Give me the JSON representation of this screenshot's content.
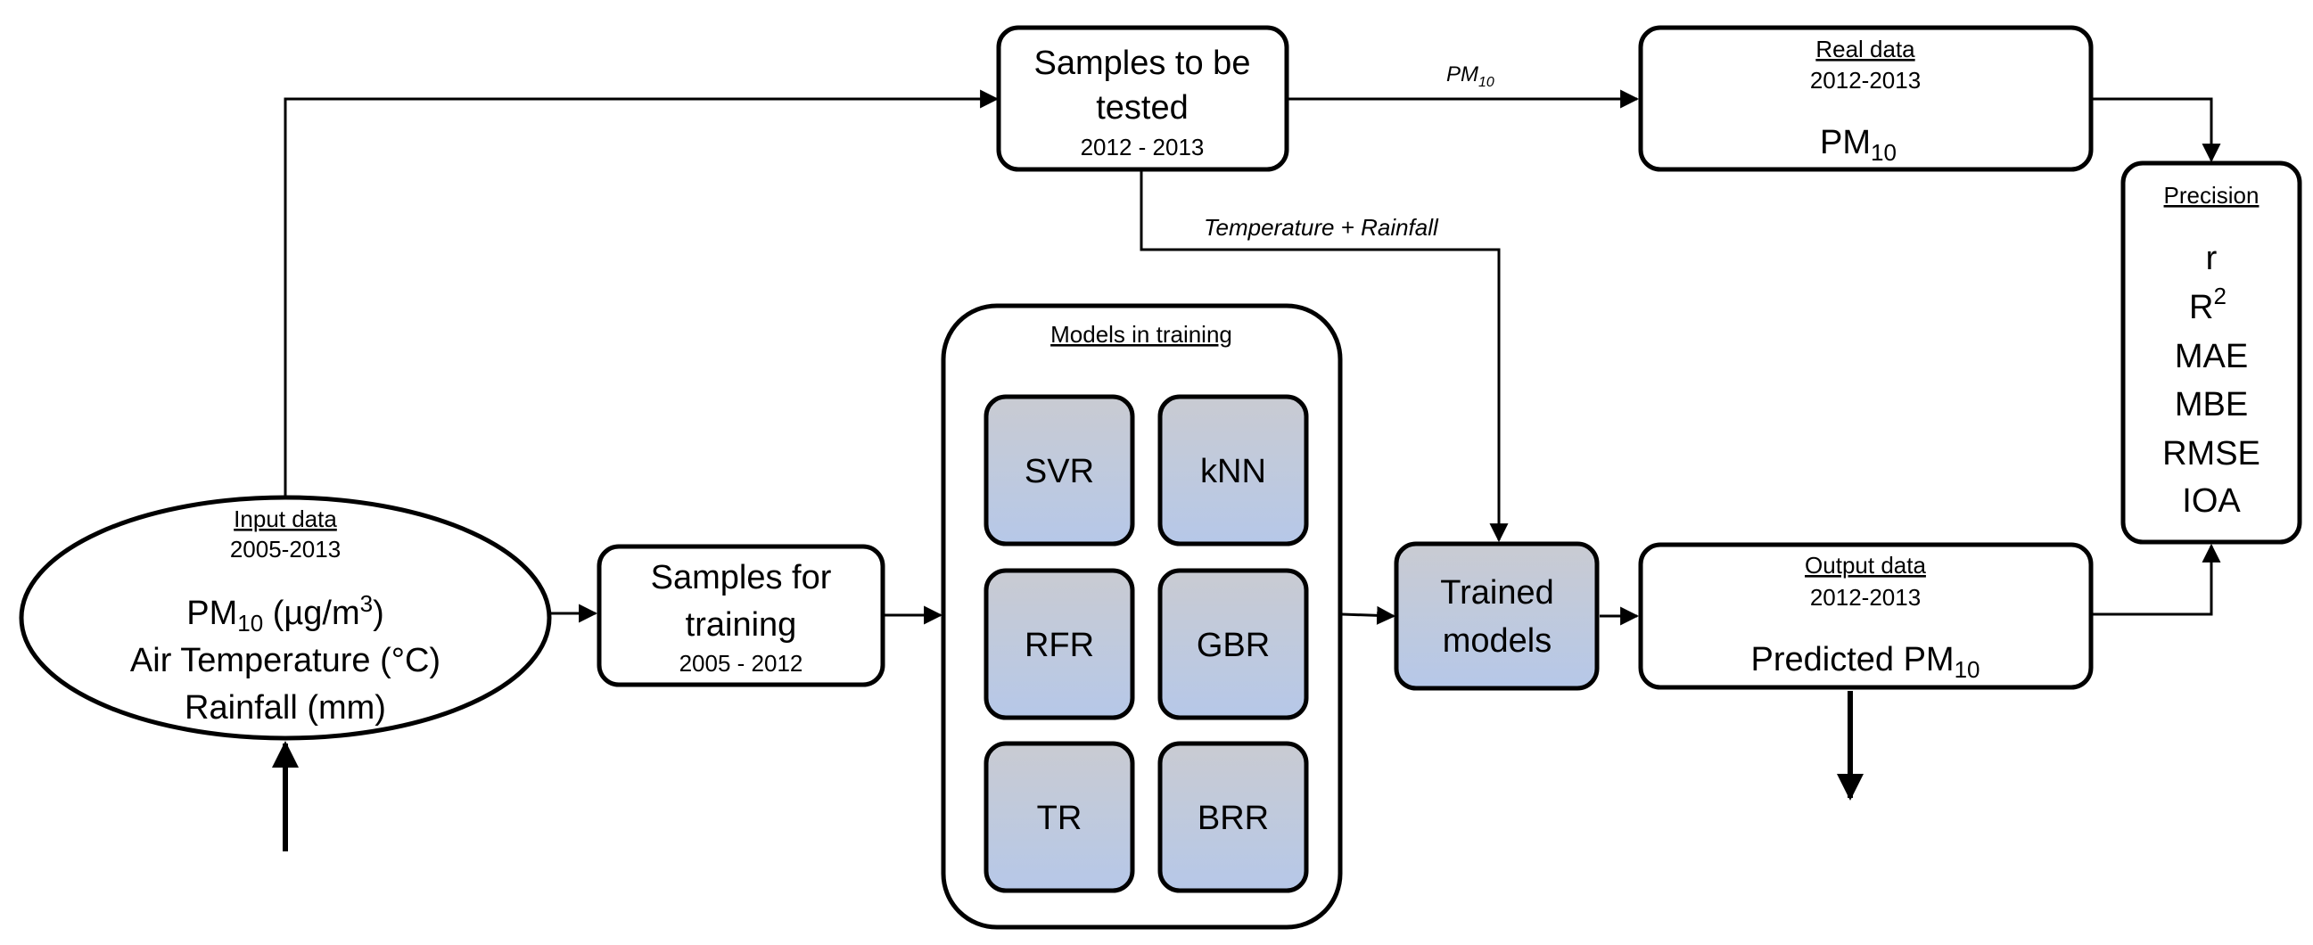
{
  "input": {
    "heading": "Input data",
    "years": "2005-2013",
    "pm_base": "PM",
    "pm_sub": "10",
    "pm_unit_open": " (µg/m",
    "pm_unit_sup": "3",
    "pm_unit_close": ")",
    "temp_line": "Air Temperature (°C)",
    "rain_line": "Rainfall (mm)"
  },
  "samples_tested": {
    "line1": "Samples to be",
    "line2": "tested",
    "years": "2012 - 2013"
  },
  "samples_training": {
    "line1": "Samples for",
    "line2": "training",
    "years": "2005 - 2012"
  },
  "models": {
    "heading": "Models in training",
    "items": [
      "SVR",
      "kNN",
      "RFR",
      "GBR",
      "TR",
      "BRR"
    ]
  },
  "trained": {
    "line1": "Trained",
    "line2": "models"
  },
  "real": {
    "heading": "Real data",
    "years": "2012-2013",
    "pm_base": "PM",
    "pm_sub": "10"
  },
  "output": {
    "heading": "Output data",
    "years": "2012-2013",
    "pred_base": "Predicted PM",
    "pred_sub": "10"
  },
  "precision": {
    "heading": "Precision",
    "r": "r",
    "r2_base": "R",
    "r2_sup": "2",
    "mae": "MAE",
    "mbe": "MBE",
    "rmse": "RMSE",
    "ioa": "IOA"
  },
  "edges": {
    "pm_base": "PM",
    "pm_sub": "10",
    "temp_rain": "Temperature + Rainfall"
  },
  "colors": {
    "stroke": "#000000",
    "model_fill_top": "#c9cbd2",
    "model_fill_bottom": "#b6c8e8"
  }
}
